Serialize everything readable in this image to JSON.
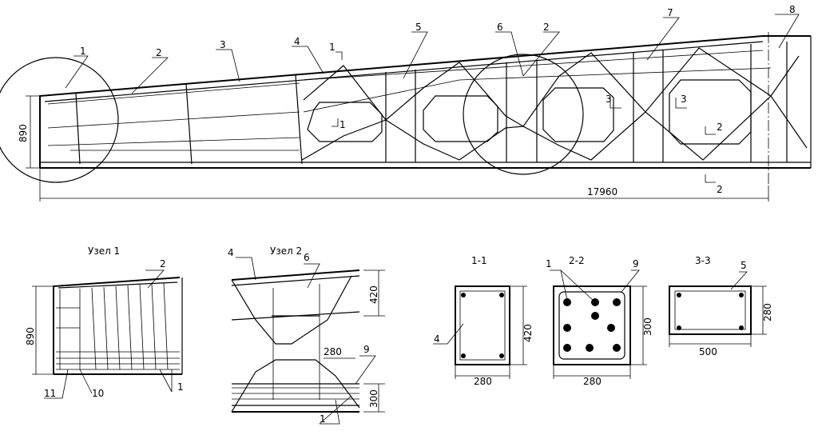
{
  "main_view": {
    "callouts": [
      "1",
      "2",
      "3",
      "4",
      "5",
      "6",
      "2",
      "7",
      "8"
    ],
    "section_marks": [
      "1",
      "1",
      "3",
      "3",
      "2",
      "2"
    ],
    "dim_height": "890",
    "dim_length": "17960"
  },
  "node1": {
    "title": "Узел 1",
    "dim_height": "890",
    "callouts": [
      "2",
      "11",
      "10",
      "1"
    ]
  },
  "node2": {
    "title": "Узел 2",
    "callouts": [
      "4",
      "6",
      "9",
      "1"
    ],
    "dims": [
      "420",
      "280",
      "300"
    ]
  },
  "section_1_1": {
    "title": "1-1",
    "callout": "4",
    "dim_height": "420",
    "dim_width": "280"
  },
  "section_2_2": {
    "title": "2-2",
    "callouts": [
      "1",
      "9"
    ],
    "dim_height": "300",
    "dim_width": "280"
  },
  "section_3_3": {
    "title": "3-3",
    "callout": "5",
    "dim_height": "280",
    "dim_width": "500"
  }
}
